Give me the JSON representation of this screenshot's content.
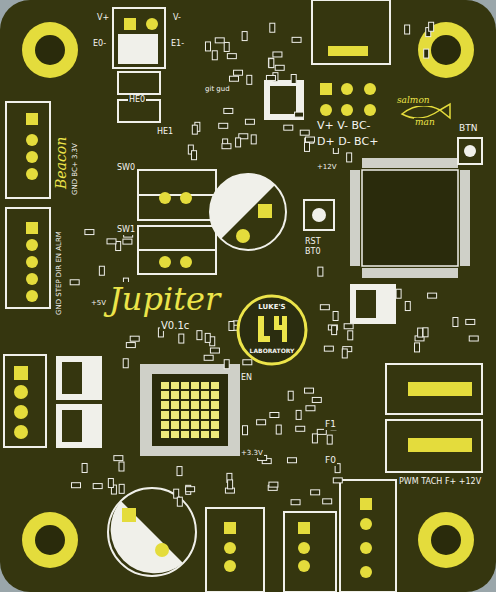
{
  "diagram": {
    "nodes": [
      {
        "text": [
          "LUKE'S",
          "LABORATORY"
        ]
      }
    ],
    "edges": [],
    "labels": [
      "V+",
      "V-",
      "E0-",
      "E1-",
      "HE0",
      "HE1",
      "git gud",
      "V+ V- BC-",
      "D+ D- BC+",
      "salmon",
      "man",
      "BTN",
      "Beacon",
      "GND BC+ 3.3V",
      "SW0",
      "SW1",
      "+12V",
      "RST",
      "BT0",
      "GND STEP DIR EN ALRM",
      "+5V",
      "Jupiter",
      "V0.1c",
      "EN",
      "+3.3V",
      "F1",
      "F0",
      "PWM TACH F+ +12V"
    ]
  }
}
